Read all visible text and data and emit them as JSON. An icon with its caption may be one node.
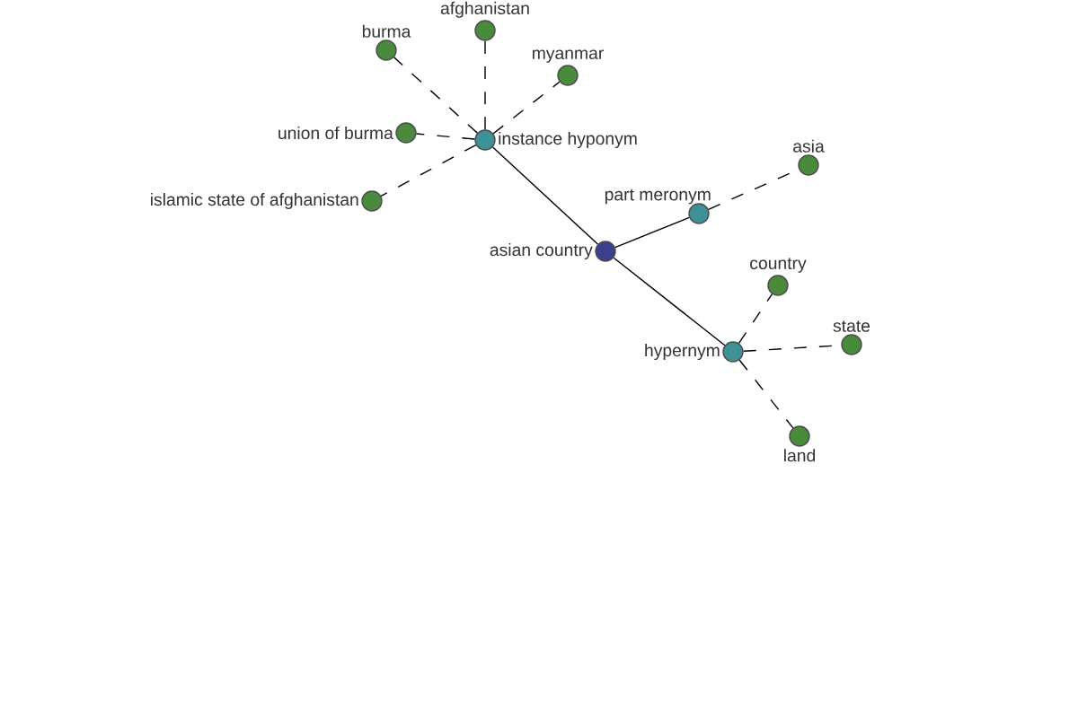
{
  "diagram": {
    "nodes": [
      {
        "text": [
          "asian country"
        ]
      },
      {
        "text": [
          "instance hyponym"
        ]
      },
      {
        "text": [
          "burma"
        ]
      },
      {
        "text": [
          "afghanistan"
        ]
      },
      {
        "text": [
          "myanmar"
        ]
      },
      {
        "text": [
          "union of burma"
        ]
      },
      {
        "text": [
          "islamic state of afghanistan"
        ]
      },
      {
        "text": [
          "part meronym"
        ]
      },
      {
        "text": [
          "asia"
        ]
      },
      {
        "text": [
          "hypernym"
        ]
      },
      {
        "text": [
          "country"
        ]
      },
      {
        "text": [
          "state"
        ]
      },
      {
        "text": [
          "land"
        ]
      }
    ],
    "edges": [
      {
        "from": 0,
        "to": 1,
        "arrow": "none"
      },
      {
        "from": 0,
        "to": 7,
        "arrow": "none"
      },
      {
        "from": 0,
        "to": 9,
        "arrow": "none"
      },
      {
        "from": 1,
        "to": 2,
        "arrow": "none",
        "style": "dashed"
      },
      {
        "from": 1,
        "to": 3,
        "arrow": "none",
        "style": "dashed"
      },
      {
        "from": 1,
        "to": 4,
        "arrow": "none",
        "style": "dashed"
      },
      {
        "from": 1,
        "to": 5,
        "arrow": "none",
        "style": "dashed"
      },
      {
        "from": 1,
        "to": 6,
        "arrow": "none",
        "style": "dashed"
      },
      {
        "from": 7,
        "to": 8,
        "arrow": "none",
        "style": "dashed"
      },
      {
        "from": 9,
        "to": 10,
        "arrow": "none",
        "style": "dashed"
      },
      {
        "from": 9,
        "to": 11,
        "arrow": "none",
        "style": "dashed"
      },
      {
        "from": 9,
        "to": 12,
        "arrow": "none",
        "style": "dashed"
      }
    ]
  }
}
